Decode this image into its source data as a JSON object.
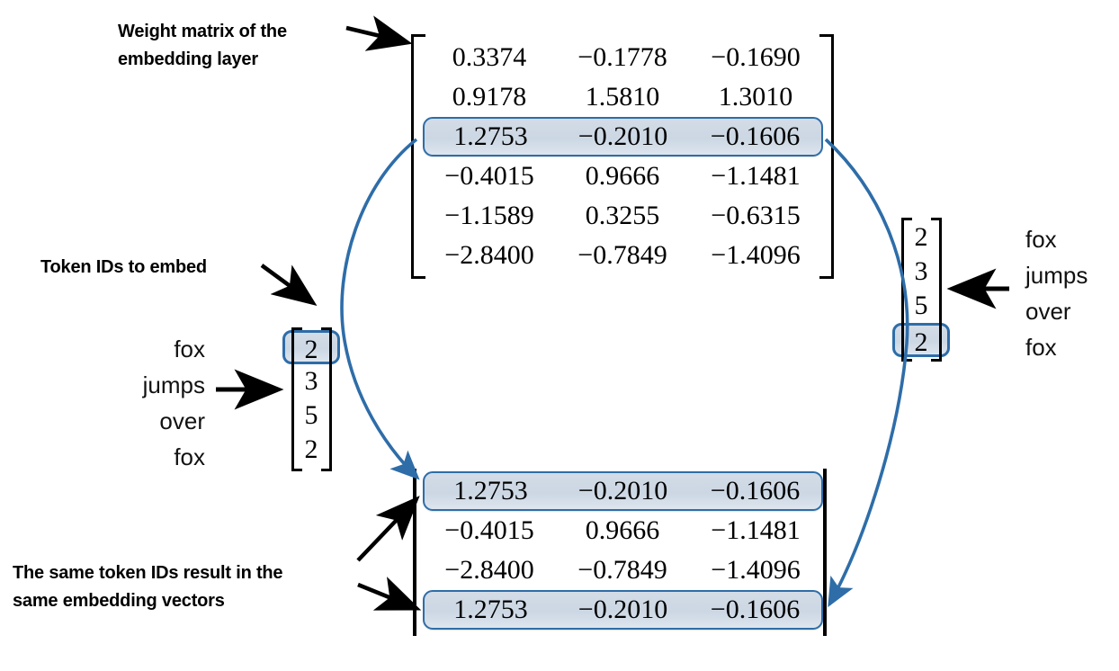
{
  "annotations": {
    "weight_matrix_label_line1": "Weight matrix of the",
    "weight_matrix_label_line2": "embedding layer",
    "token_ids_label": "Token IDs to embed",
    "same_ids_label_line1": "The same token IDs result in the",
    "same_ids_label_line2": "same embedding vectors"
  },
  "words": {
    "input": [
      "fox",
      "jumps",
      "over",
      "fox"
    ],
    "output": [
      "fox",
      "jumps",
      "over",
      "fox"
    ]
  },
  "token_ids": {
    "input": [
      "2",
      "3",
      "5",
      "2"
    ],
    "input_highlight_index": 0,
    "output": [
      "2",
      "3",
      "5",
      "2"
    ],
    "output_highlight_index": 3
  },
  "weight_matrix": {
    "rows": [
      [
        "0.3374",
        "−0.1778",
        "−0.1690"
      ],
      [
        "0.9178",
        "1.5810",
        "1.3010"
      ],
      [
        "1.2753",
        "−0.2010",
        "−0.1606"
      ],
      [
        "−0.4015",
        "0.9666",
        "−1.1481"
      ],
      [
        "−1.1589",
        "0.3255",
        "−0.6315"
      ],
      [
        "−2.8400",
        "−0.7849",
        "−1.4096"
      ]
    ],
    "highlight_rows": [
      2
    ]
  },
  "embedding_output": {
    "rows": [
      [
        "1.2753",
        "−0.2010",
        "−0.1606"
      ],
      [
        "−0.4015",
        "0.9666",
        "−1.1481"
      ],
      [
        "−2.8400",
        "−0.7849",
        "−1.4096"
      ],
      [
        "1.2753",
        "−0.2010",
        "−0.1606"
      ]
    ],
    "highlight_rows": [
      0,
      3
    ]
  },
  "colors": {
    "highlight_border": "#2e6da8",
    "highlight_fill": "#ccd7e4",
    "curve": "#2e6da8",
    "arrow": "#000000",
    "text": "#000000",
    "background": "#ffffff"
  }
}
